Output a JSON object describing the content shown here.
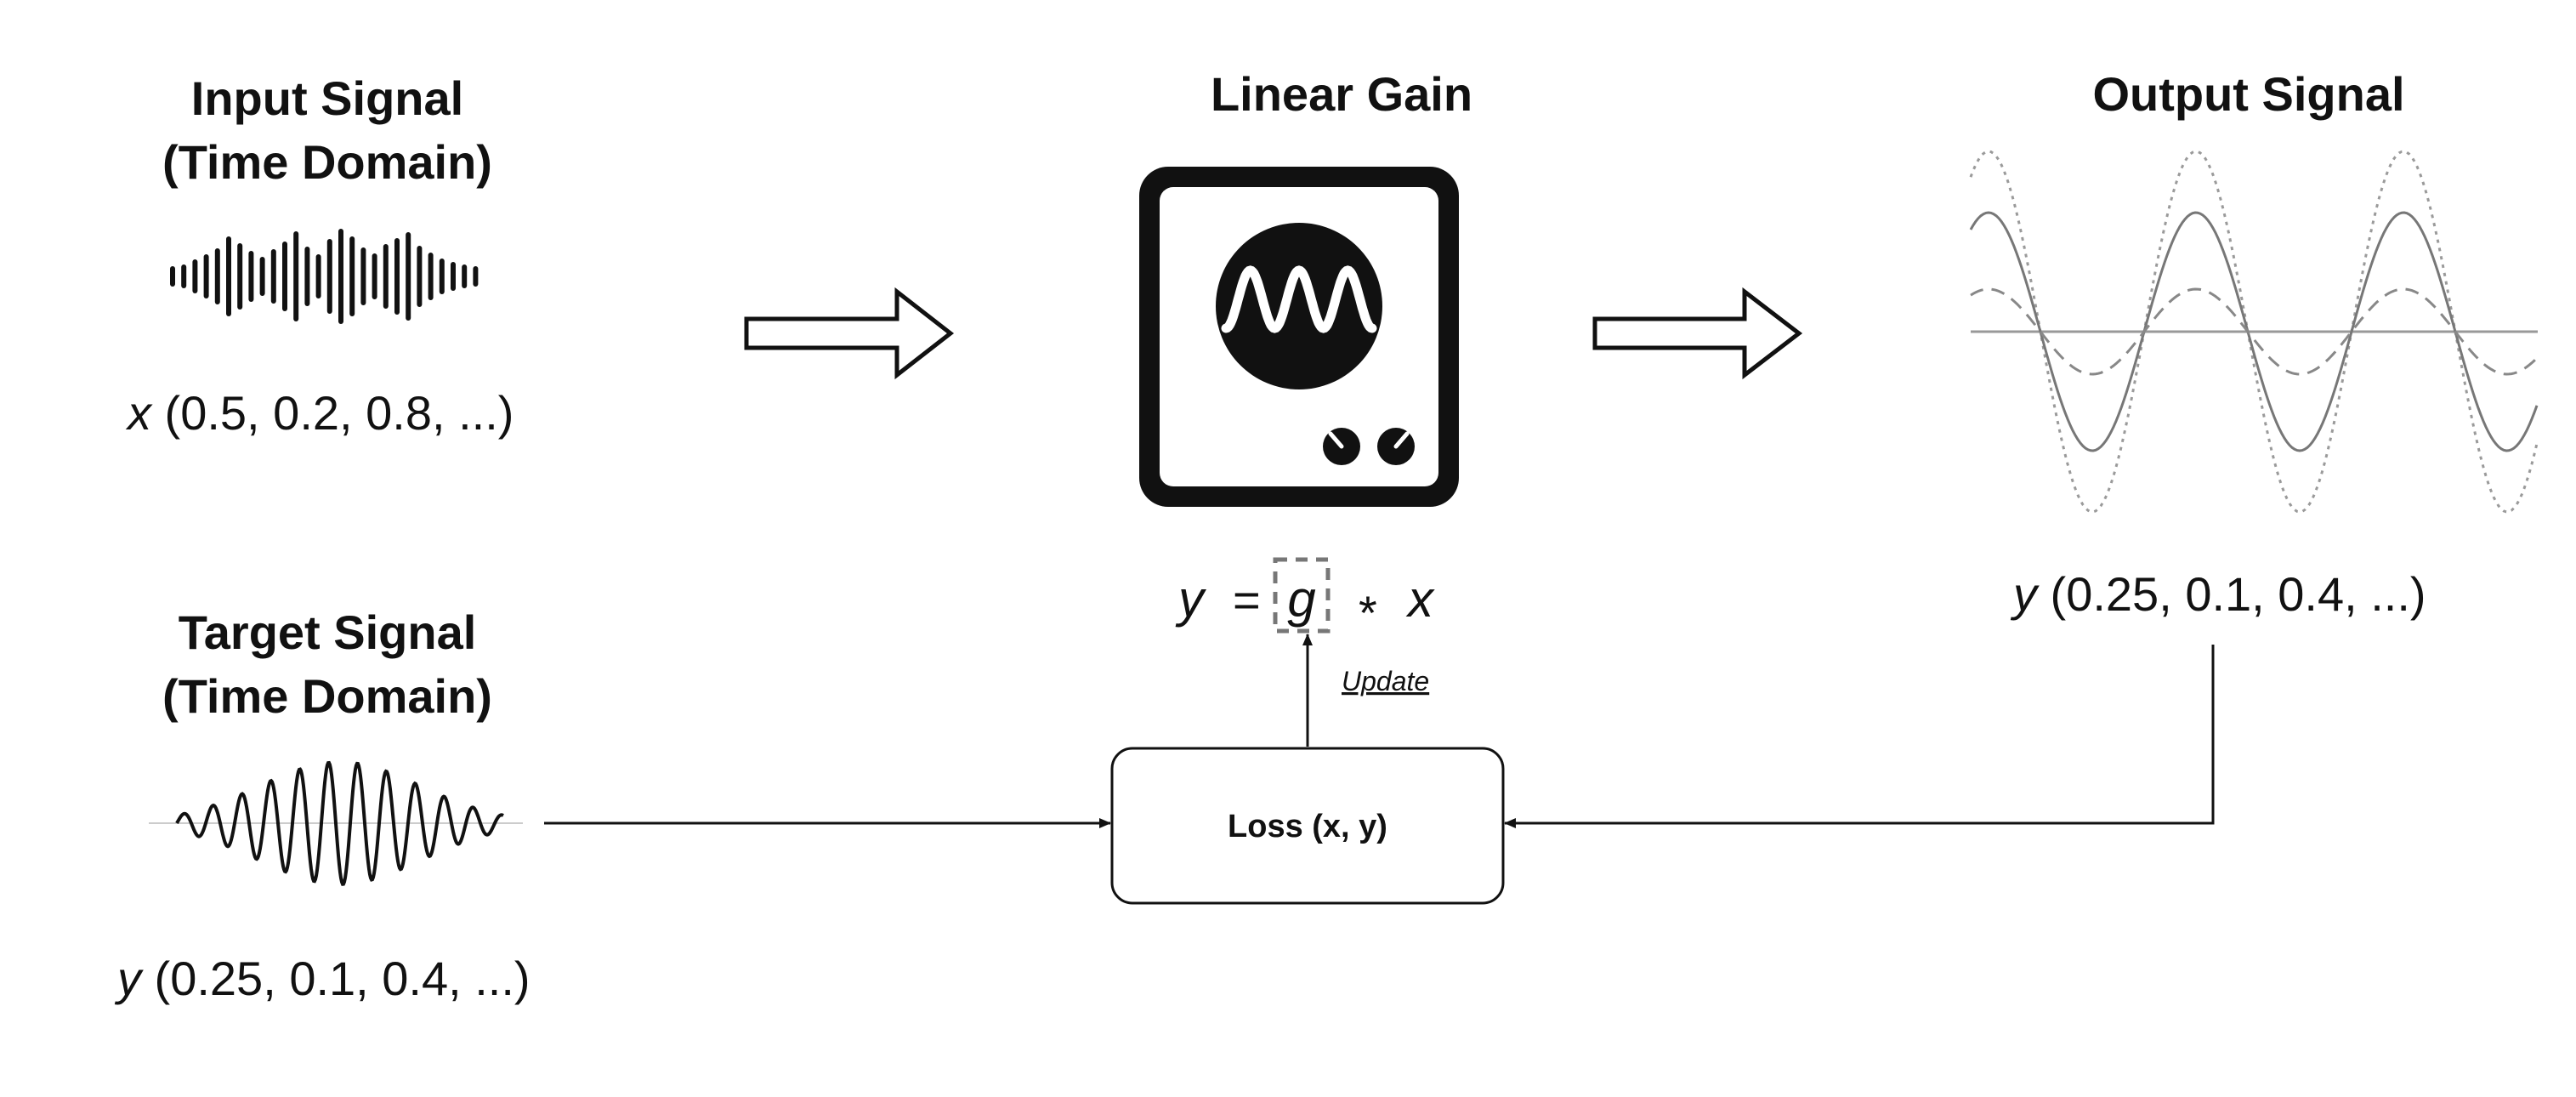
{
  "input": {
    "title_line1": "Input Signal",
    "title_line2": "(Time Domain)",
    "var": "x",
    "values": " (0.5, 0.2, 0.8, ...)"
  },
  "gain": {
    "title": "Linear Gain",
    "eq_y": "y",
    "eq_equals": "=",
    "eq_g": "g",
    "eq_times": "*",
    "eq_x": "x",
    "update_label": "Update"
  },
  "output": {
    "title": "Output Signal",
    "var": "y",
    "values": " (0.25, 0.1, 0.4, ...)"
  },
  "target": {
    "title_line1": "Target Signal",
    "title_line2": "(Time Domain)",
    "var": "y",
    "values": " (0.25, 0.1, 0.4, ...)"
  },
  "loss": {
    "label": "Loss (x, y)"
  },
  "icons": [
    "input-waveform-icon",
    "right-arrow-icon",
    "gain-device-icon",
    "output-waves-icon",
    "target-waveform-icon"
  ]
}
